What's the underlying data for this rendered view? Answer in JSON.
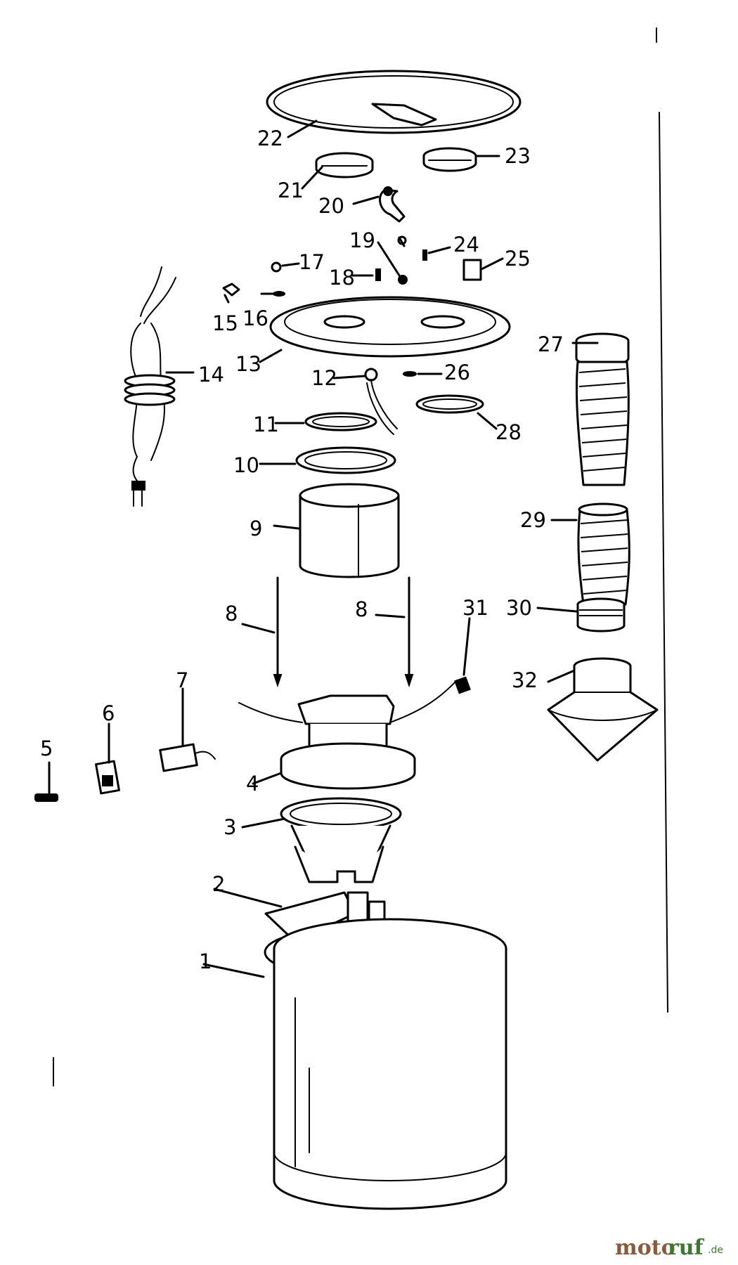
{
  "diagram": {
    "part_labels": [
      "1",
      "2",
      "3",
      "4",
      "5",
      "6",
      "7",
      "8",
      "8",
      "9",
      "10",
      "11",
      "12",
      "13",
      "14",
      "15",
      "16",
      "17",
      "18",
      "19",
      "20",
      "21",
      "22",
      "23",
      "24",
      "25",
      "26",
      "27",
      "28",
      "29",
      "30",
      "31",
      "32"
    ]
  },
  "watermark": {
    "part1": "moto",
    "part2": "ruf",
    "suffix": ".de"
  }
}
